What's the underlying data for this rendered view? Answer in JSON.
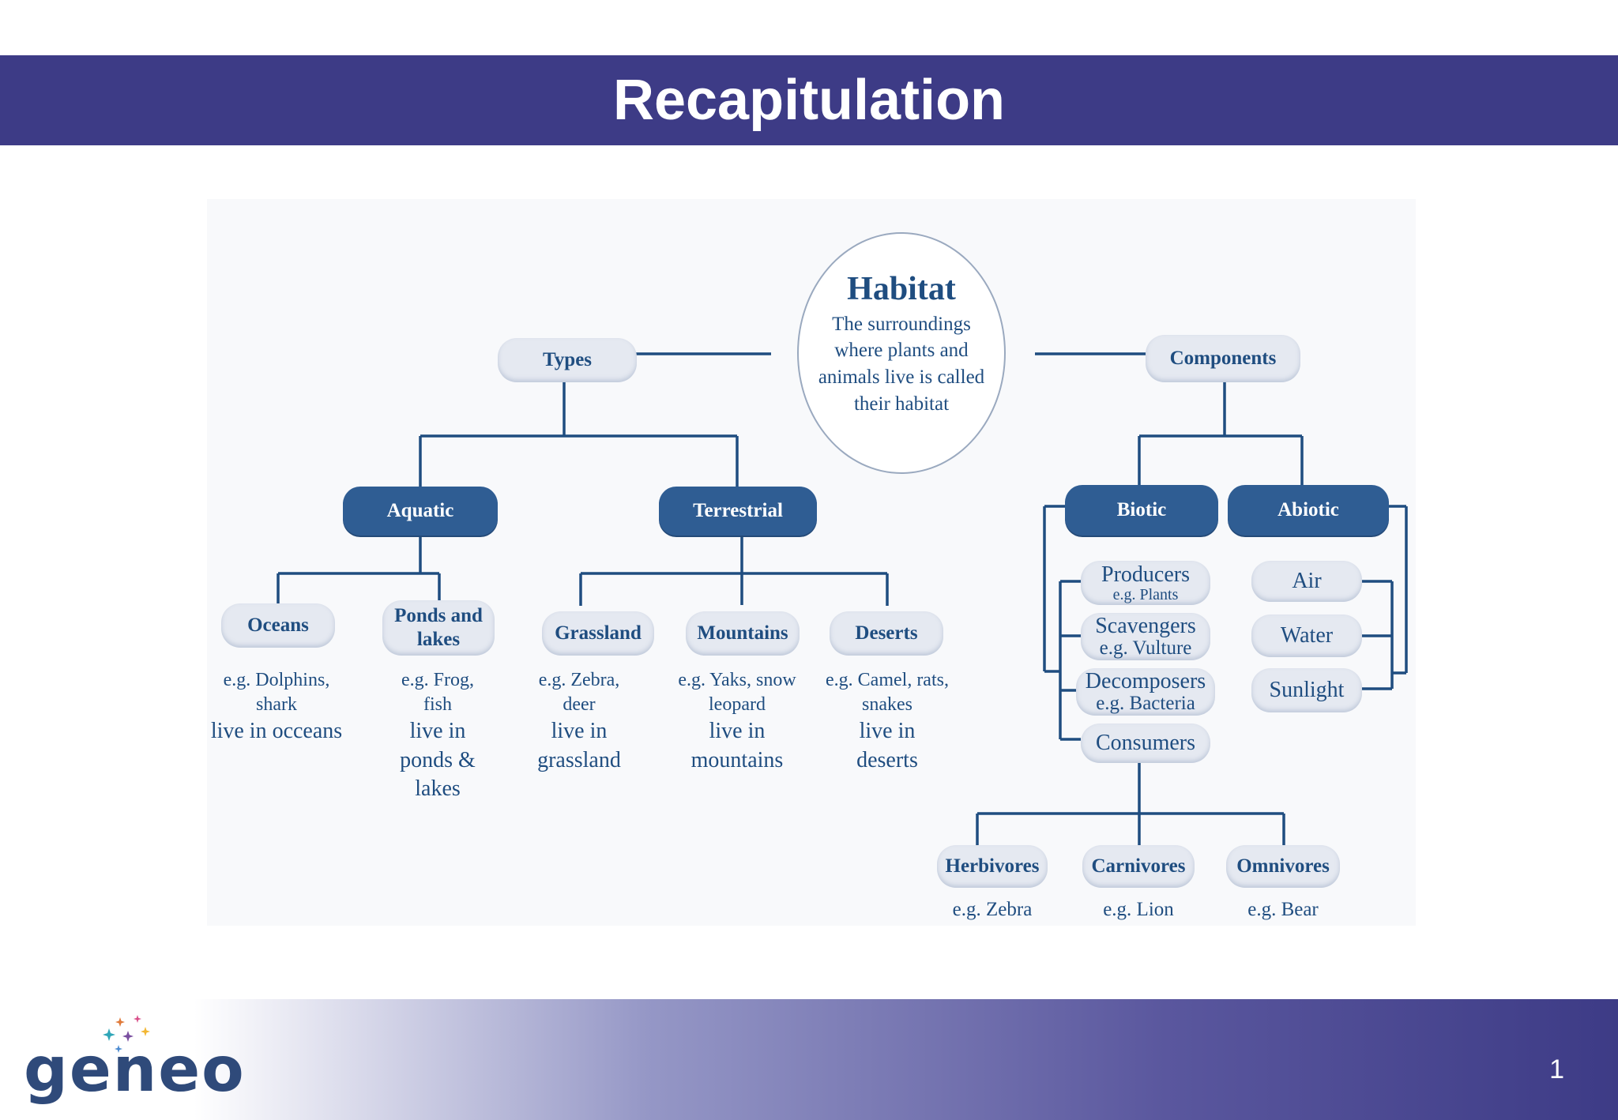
{
  "slide": {
    "title": "Recapitulation",
    "page_number": "1",
    "logo_text": "geneo"
  },
  "diagram": {
    "habitat": {
      "title": "Habitat",
      "description": "The surroundings where plants and animals live is called their habitat"
    },
    "types": "Types",
    "components": "Components",
    "aquatic": "Aquatic",
    "terrestrial": "Terrestrial",
    "biotic": "Biotic",
    "abiotic": "Abiotic",
    "aquatic_children": [
      {
        "label": "Oceans",
        "example": "e.g. Dolphins, shark",
        "lives": "live in occeans"
      },
      {
        "label": "Ponds and lakes",
        "example": "e.g. Frog, fish",
        "lives": "live in ponds & lakes"
      }
    ],
    "terrestrial_children": [
      {
        "label": "Grassland",
        "example": "e.g. Zebra, deer",
        "lives": "live in grassland"
      },
      {
        "label": "Mountains",
        "example": "e.g. Yaks, snow leopard",
        "lives": "live in mountains"
      },
      {
        "label": "Deserts",
        "example": "e.g. Camel, rats, snakes",
        "lives": "live in deserts"
      }
    ],
    "biotic_children": [
      {
        "label": "Producers",
        "example": "e.g. Plants"
      },
      {
        "label": "Scavengers",
        "example": "e.g. Vulture"
      },
      {
        "label": "Decomposers",
        "example": "e.g. Bacteria"
      },
      {
        "label": "Consumers",
        "example": ""
      }
    ],
    "abiotic_children": [
      "Air",
      "Water",
      "Sunlight"
    ],
    "consumer_children": [
      {
        "label": "Herbivores",
        "example": "e.g. Zebra"
      },
      {
        "label": "Carnivores",
        "example": "e.g. Lion"
      },
      {
        "label": "Omnivores",
        "example": "e.g. Bear"
      }
    ]
  },
  "colors": {
    "title_bar": "#3d3b86",
    "node_dark": "#2f5d93",
    "node_pale": "#e5e9f1",
    "text_blue": "#1f4d80"
  }
}
